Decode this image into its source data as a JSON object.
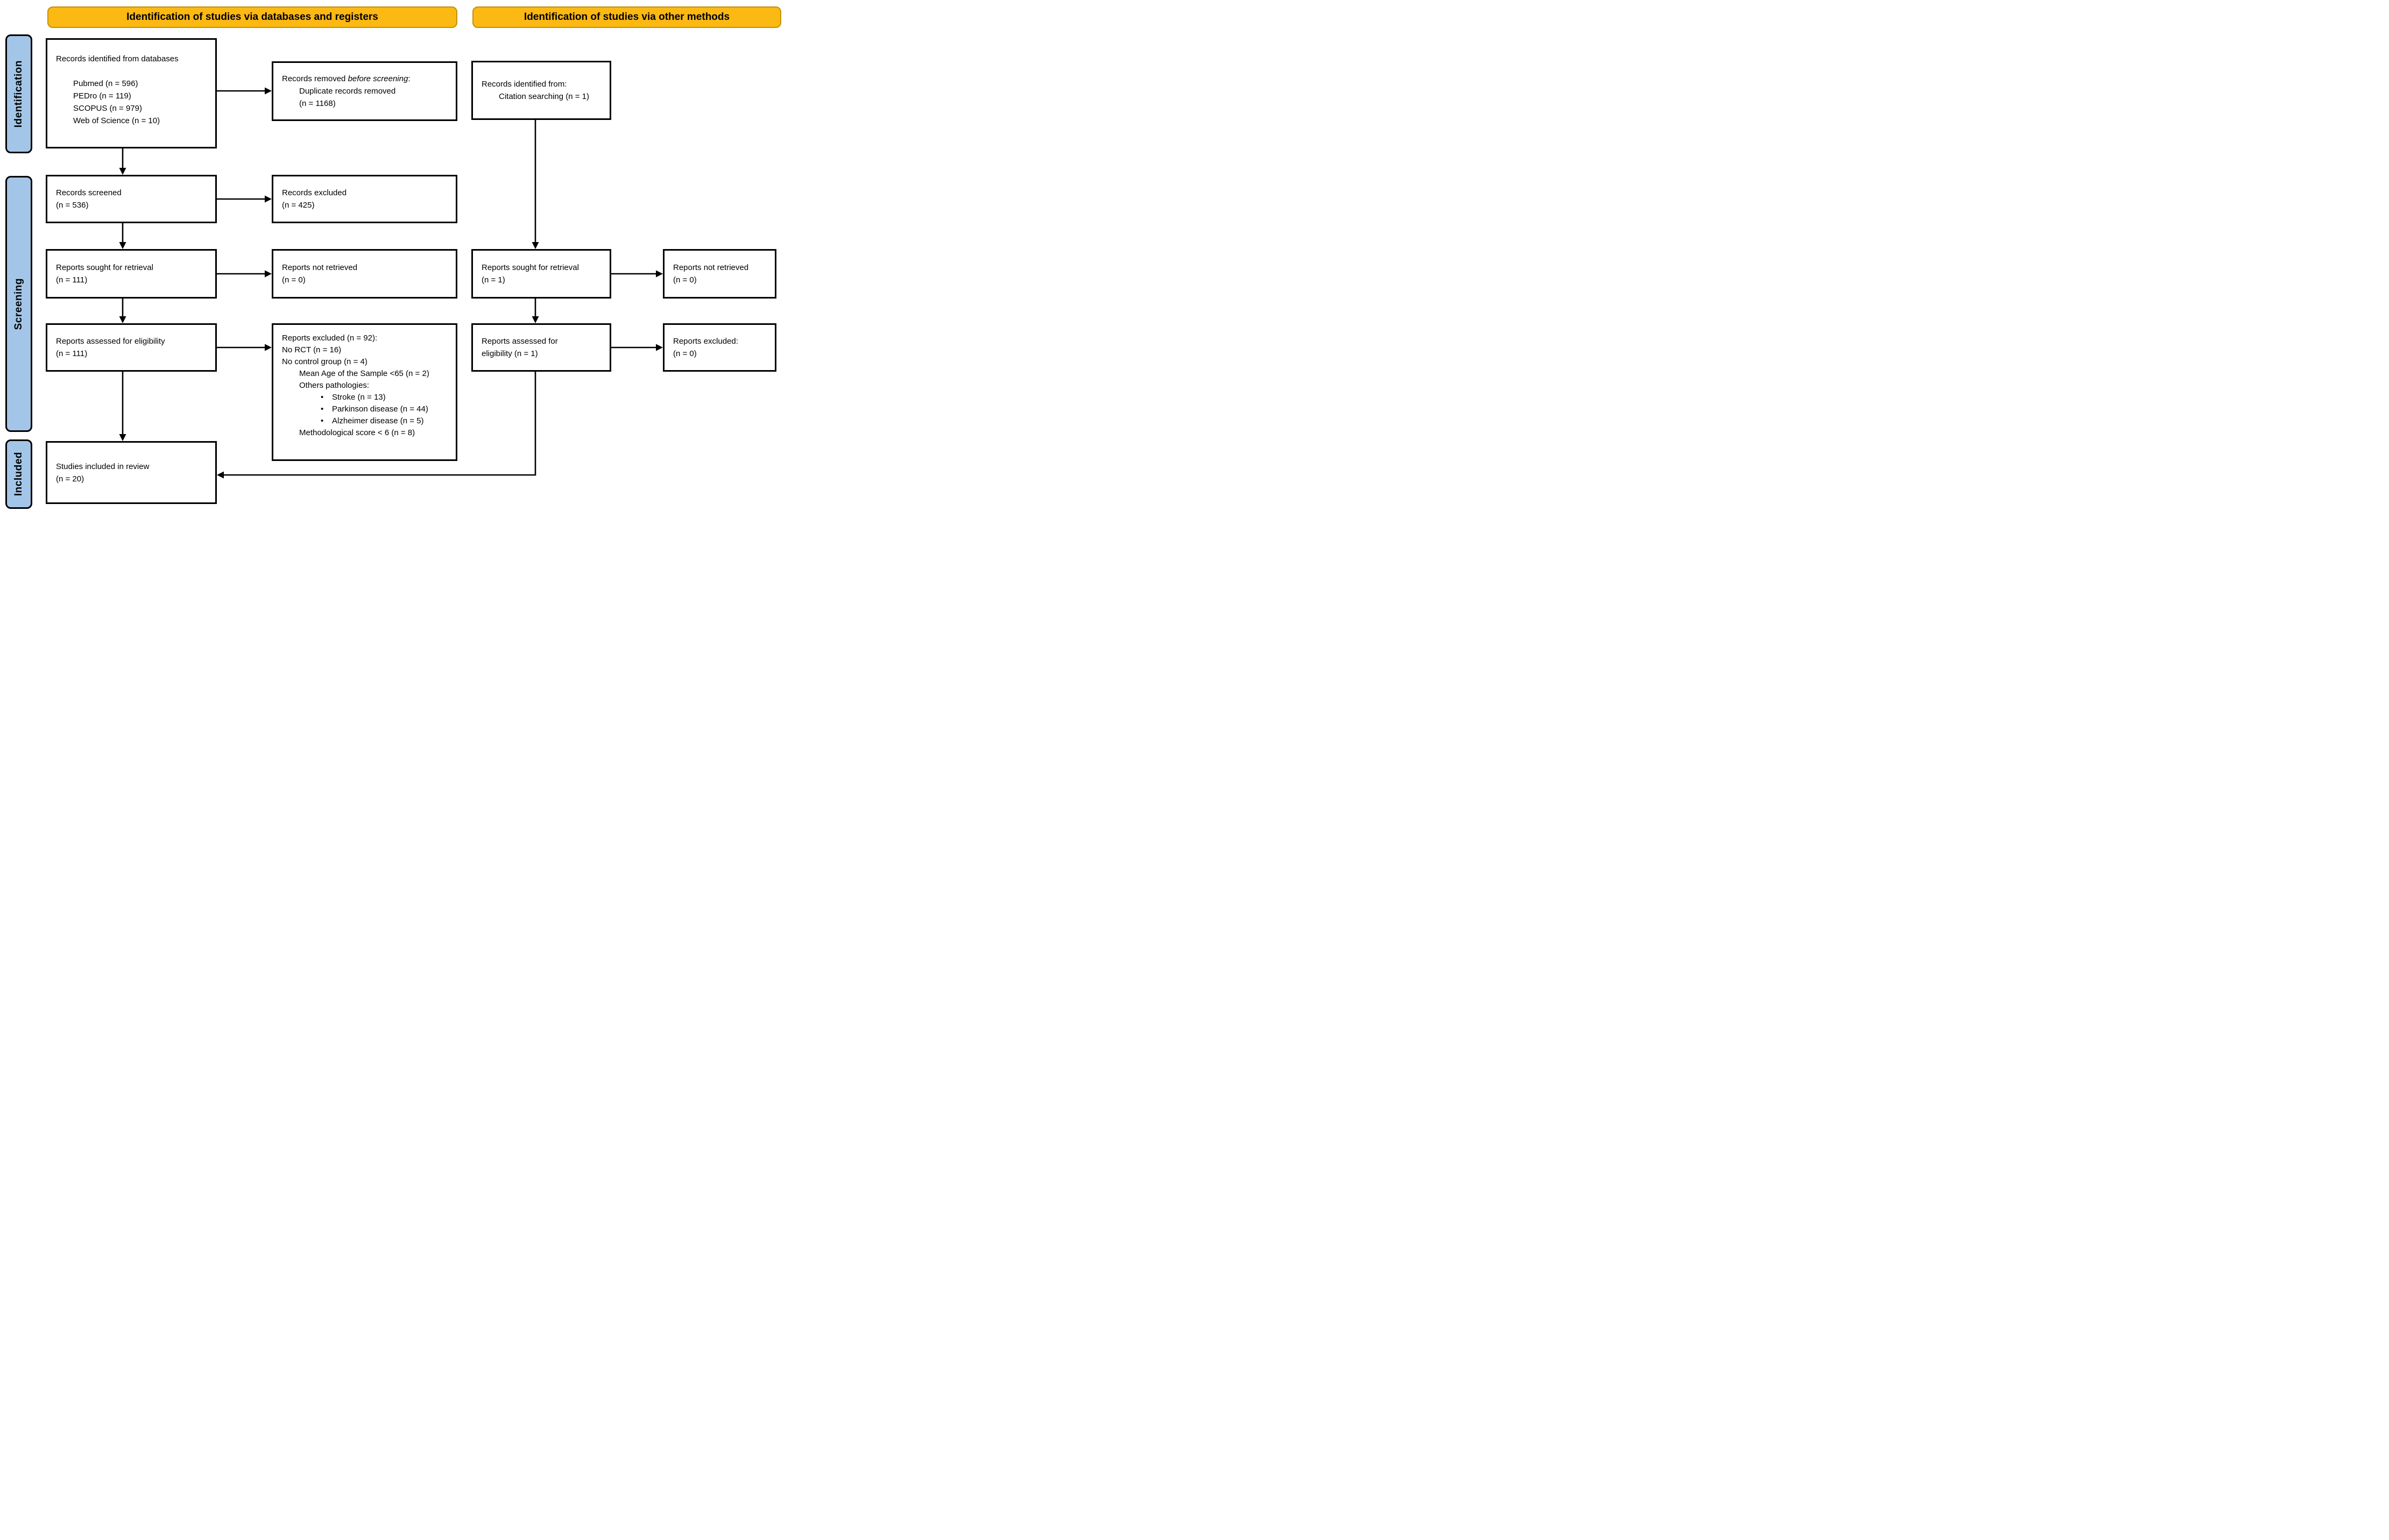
{
  "banners": {
    "databases": "Identification of studies via databases and registers",
    "other_methods": "Identification of studies via other methods"
  },
  "stage_labels": {
    "identification": "Identification",
    "screening": "Screening",
    "included": "Included"
  },
  "colors": {
    "banner_fill": "#FCB813",
    "banner_border": "#C19208",
    "stage_fill": "#A3C6E8",
    "stage_border": "#000000",
    "box_border": "#000000",
    "arrow": "#000000"
  },
  "boxes": {
    "records_identified": {
      "title": "Records identified from databases",
      "items": [
        "Pubmed (n = 596)",
        "PEDro (n = 119)",
        "SCOPUS (n = 979)",
        "Web of Science (n = 10)"
      ]
    },
    "records_removed": {
      "line1_prefix": "Records removed ",
      "line1_italic": "before screening",
      "line1_suffix": ":",
      "line2": "Duplicate records removed",
      "line3": "(n = 1168)"
    },
    "records_identified_other": {
      "line1": "Records identified from:",
      "line2": "Citation searching (n = 1)"
    },
    "records_screened": {
      "line1": "Records screened",
      "line2": "(n = 536)"
    },
    "records_excluded": {
      "line1": "Records excluded",
      "line2": "(n = 425)"
    },
    "reports_sought": {
      "line1": "Reports sought for retrieval",
      "line2": "(n = 111)"
    },
    "reports_not_retrieved": {
      "line1": "Reports not retrieved",
      "line2": "(n = 0)"
    },
    "reports_sought_other": {
      "line1": "Reports sought for retrieval",
      "line2": "(n = 1)"
    },
    "reports_not_retrieved_other": {
      "line1": "Reports not retrieved",
      "line2": "(n = 0)"
    },
    "reports_assessed": {
      "line1": "Reports assessed for eligibility",
      "line2": "(n = 111)"
    },
    "reports_excluded_detail": {
      "header": "Reports excluded (n = 92):",
      "no_rct": "No RCT (n = 16)",
      "no_control_group": "No control group (n = 4)",
      "mean_age": "Mean Age of the Sample <65 (n = 2)",
      "others_pathologies": "Others pathologies:",
      "bullets": [
        "Stroke (n = 13)",
        "Parkinson disease (n = 44)",
        "Alzheimer disease (n = 5)"
      ],
      "methodological": "Methodological score < 6 (n = 8)"
    },
    "reports_assessed_other": {
      "line1": "Reports assessed for",
      "line2": "eligibility (n = 1)"
    },
    "reports_excluded_other": {
      "line1": "Reports excluded:",
      "line2": "(n = 0)"
    },
    "studies_included": {
      "line1": "Studies included in review",
      "line2": "(n = 20)"
    }
  }
}
